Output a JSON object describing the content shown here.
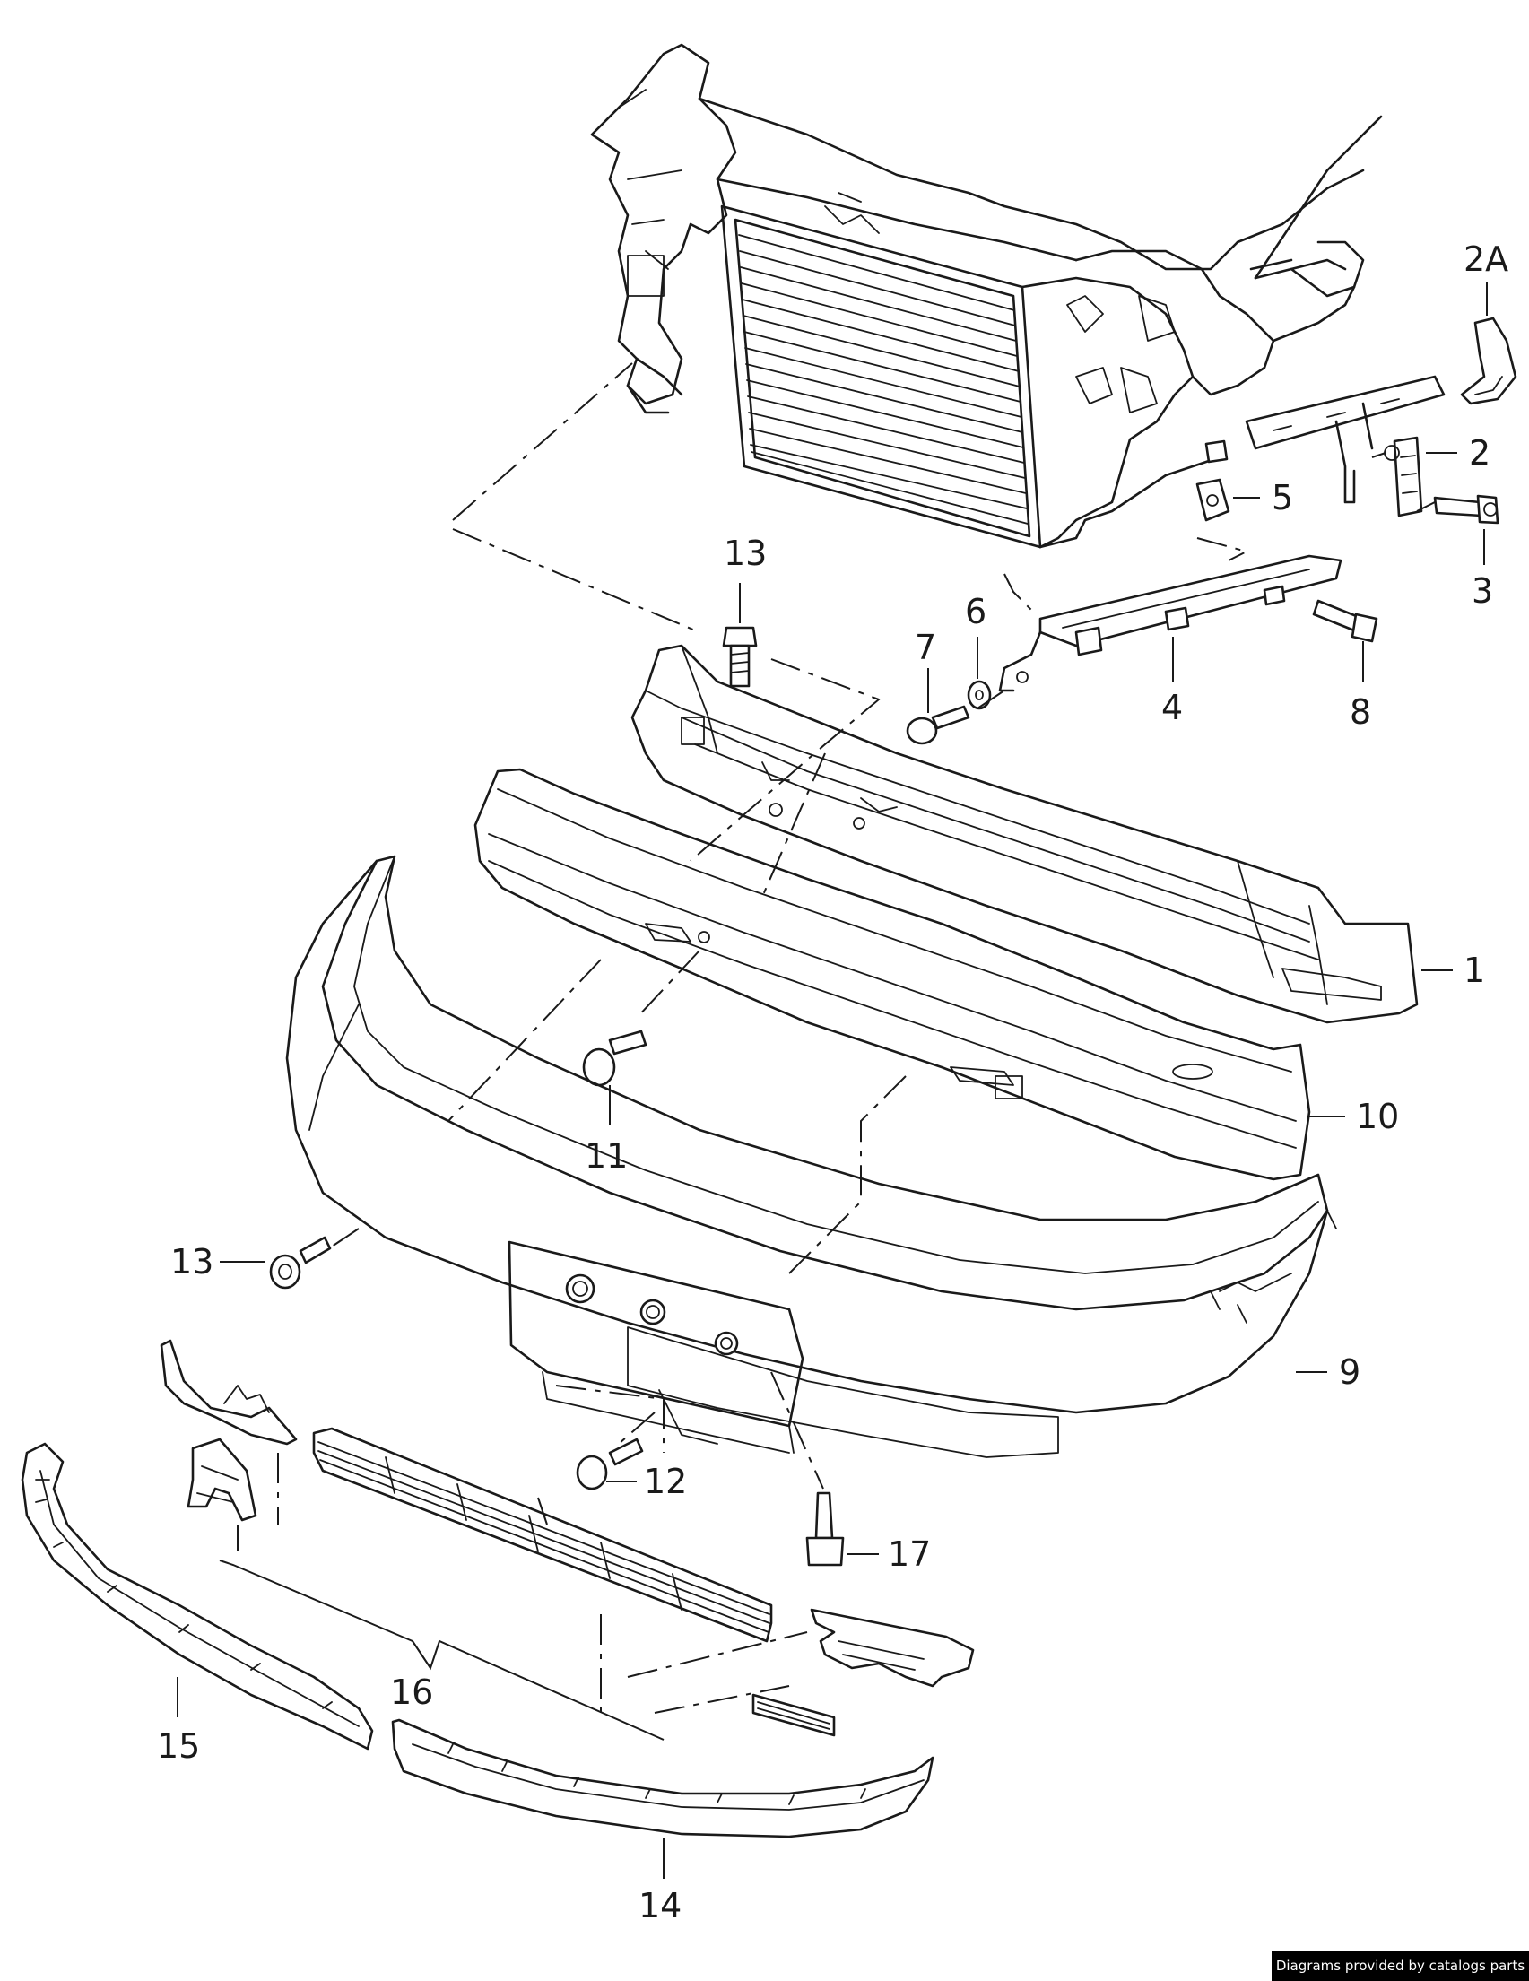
{
  "callouts": {
    "c1": "1",
    "c2": "2",
    "c2a": "2A",
    "c3": "3",
    "c4": "4",
    "c5": "5",
    "c6": "6",
    "c7": "7",
    "c8": "8",
    "c9": "9",
    "c10": "10",
    "c11": "11",
    "c12": "12",
    "c13_top": "13",
    "c13_left": "13",
    "c14": "14",
    "c15": "15",
    "c16": "16",
    "c17": "17"
  },
  "footer": {
    "credit": "Diagrams provided by catalogs parts"
  }
}
